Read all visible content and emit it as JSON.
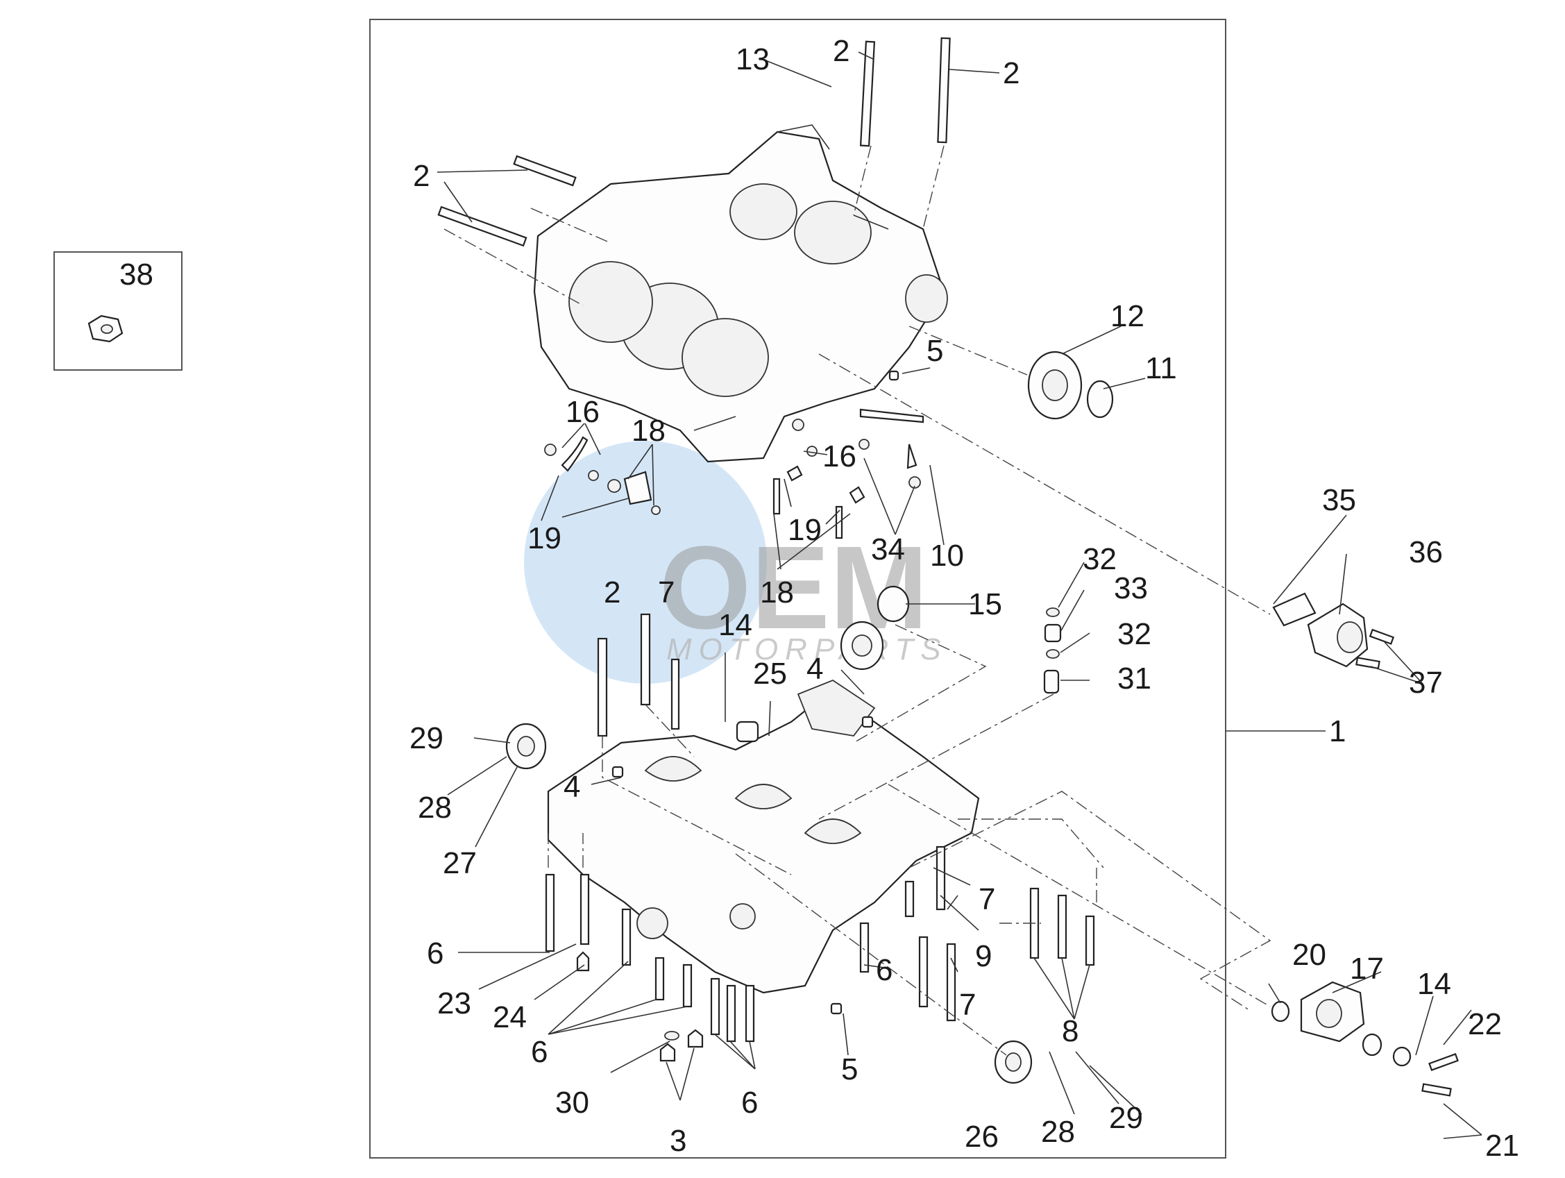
{
  "diagram": {
    "inset_label": "38",
    "callouts": {
      "c1": "1",
      "c2a": "2",
      "c2b": "2",
      "c2c": "2",
      "c2d": "2",
      "c3": "3",
      "c4a": "4",
      "c4b": "4",
      "c5a": "5",
      "c5b": "5",
      "c6a": "6",
      "c6b": "6",
      "c6c": "6",
      "c6d": "6",
      "c7a": "7",
      "c7b": "7",
      "c7c": "7",
      "c8": "8",
      "c9": "9",
      "c10": "10",
      "c11": "11",
      "c12": "12",
      "c13": "13",
      "c14a": "14",
      "c14b": "14",
      "c15": "15",
      "c16a": "16",
      "c16b": "16",
      "c17": "17",
      "c18a": "18",
      "c18b": "18",
      "c19a": "19",
      "c19b": "19",
      "c20": "20",
      "c21": "21",
      "c22": "22",
      "c23": "23",
      "c24": "24",
      "c25": "25",
      "c26": "26",
      "c27": "27",
      "c28a": "28",
      "c28b": "28",
      "c29a": "29",
      "c29b": "29",
      "c30": "30",
      "c31": "31",
      "c32a": "32",
      "c32b": "32",
      "c33": "33",
      "c34": "34",
      "c35": "35",
      "c36": "36",
      "c37": "37"
    }
  },
  "watermark": {
    "brand": "OEM",
    "sub": "MOTORPARTS",
    "accent_color": "#9fc7ea"
  }
}
